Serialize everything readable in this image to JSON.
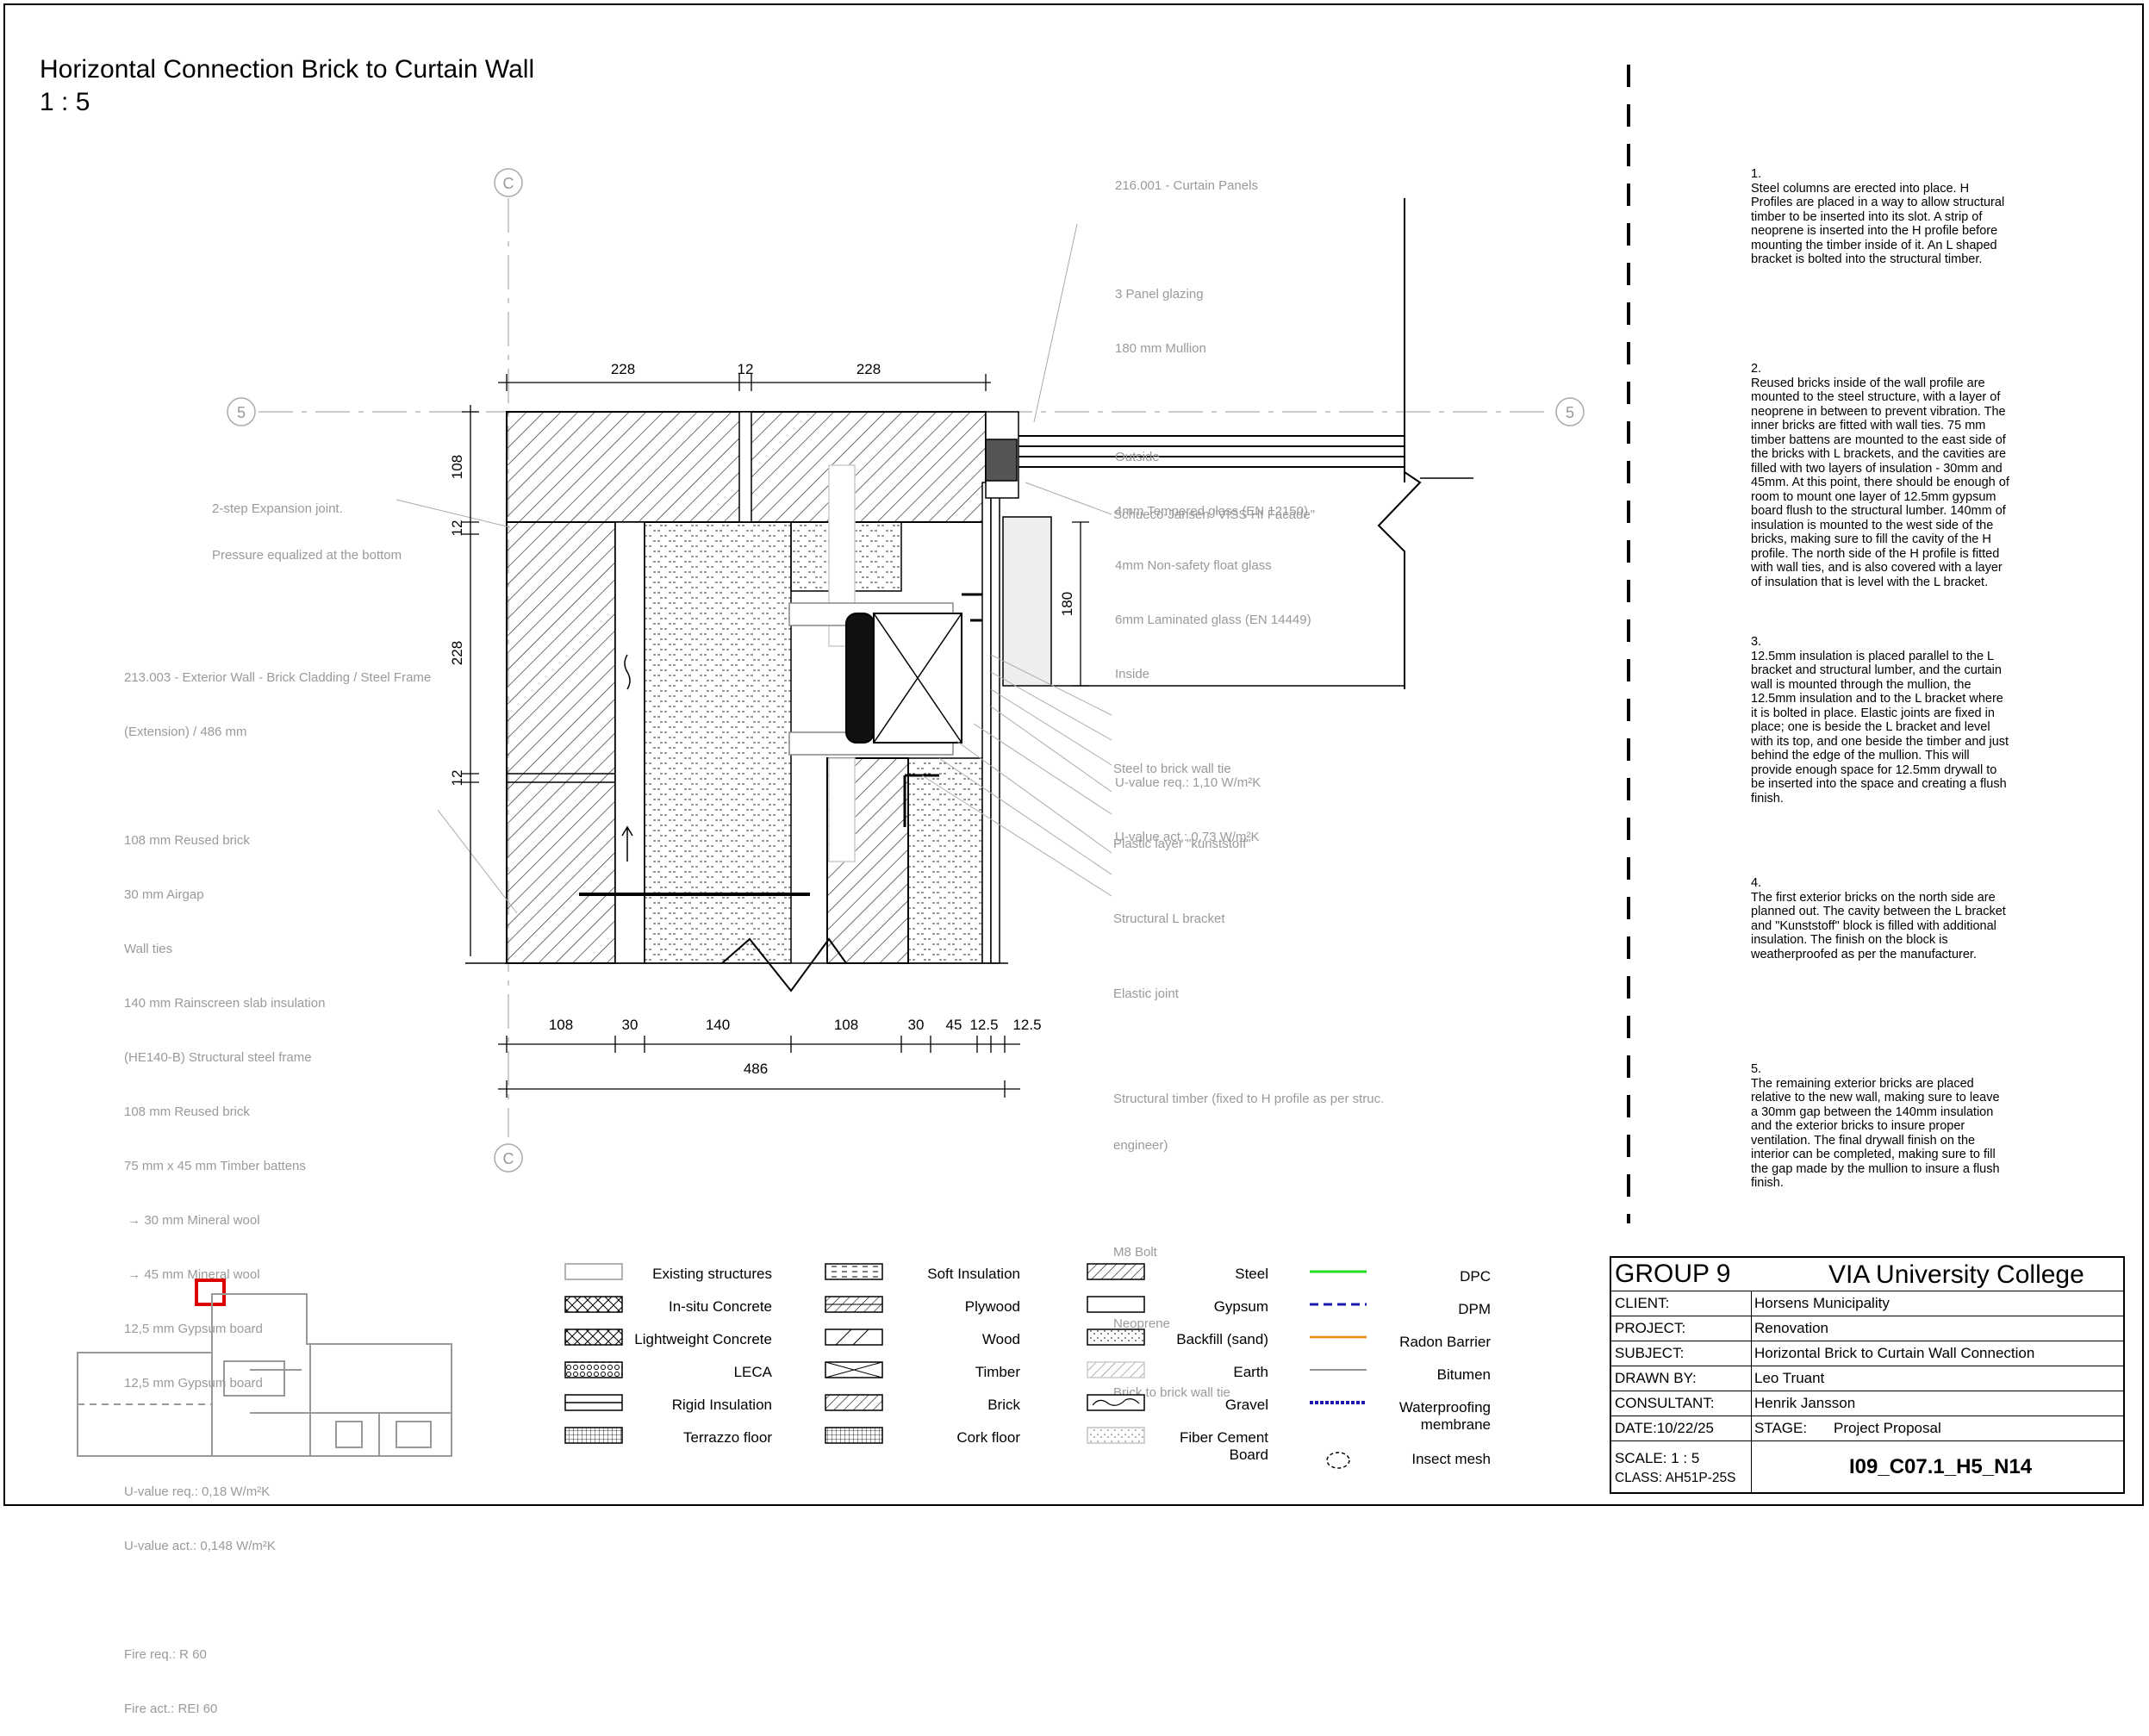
{
  "drawing": {
    "title": "Horizontal Connection Brick to Curtain Wall",
    "scale": "1 : 5"
  },
  "gridlines": {
    "c_top": "C",
    "c_bottom": "C",
    "five_left": "5",
    "five_right": "5"
  },
  "dimensions": {
    "top": [
      "228",
      "12",
      "228"
    ],
    "left": [
      "108",
      "12",
      "228",
      "12"
    ],
    "right": "180",
    "bottom": [
      "108",
      "30",
      "140",
      "108",
      "30",
      "45",
      "12.5",
      "12.5"
    ],
    "total": "486"
  },
  "curtain_note": {
    "ref": "216.001 - Curtain Panels",
    "l1": "3 Panel glazing",
    "l2": "180 mm Mullion",
    "l3": "Outside",
    "l4": "4mm Tempered glass (EN 12150)",
    "l5": "4mm Non-safety float glass",
    "l6": "6mm Laminated glass (EN 14449)",
    "l7": "Inside",
    "l8": "U-value req.: 1,10 W/m²K",
    "l9": "U-value act.: 0,73 W/m²K"
  },
  "expansion_note": {
    "l1": "2-step Expansion joint.",
    "l2": "Pressure equalized at the bottom"
  },
  "wall_note": {
    "ref": "213.003 - Exterior Wall - Brick Cladding / Steel Frame",
    "ref2": "(Extension) / 486 mm",
    "items": [
      "108 mm Reused brick",
      "30 mm Airgap",
      "Wall ties",
      "140 mm Rainscreen slab insulation",
      "(HE140-B) Structural steel frame",
      "108 mm Reused brick",
      "75 mm x 45 mm Timber battens",
      " → 30 mm Mineral wool",
      " → 45 mm Mineral wool",
      "12,5 mm Gypsum board",
      "12,5 mm Gypsum board"
    ],
    "u1": "U-value req.: 0,18 W/m²K",
    "u2": "U-value act.: 0,148 W/m²K",
    "f1": "Fire req.: R 60",
    "f2": "Fire act.: REI 60"
  },
  "callouts": {
    "schueco": "Schueco-Jansen \"VISS HI Facade\"",
    "c1": "Steel to brick wall tie",
    "c2": "Plastic layer \"kunststoff\"",
    "c3": "Structural L bracket",
    "c4": "Elastic joint",
    "c5a": "Structural timber (fixed to H profile as per struc.",
    "c5b": "engineer)",
    "c6": "M8 Bolt",
    "c7": "Neoprene",
    "c8": "Brick to brick wall tie"
  },
  "steps": [
    {
      "n": "1.",
      "text": "Steel columns are erected into place. H Profiles are placed in a way to allow structural timber to be inserted into its slot. A strip of neoprene is inserted into the H profile before mounting the timber inside of it. An L shaped bracket is bolted into the structural timber."
    },
    {
      "n": "2.",
      "text": "Reused bricks inside of the wall profile are mounted to the steel structure, with a layer of neoprene in between to prevent vibration. The inner bricks are fitted with wall ties. 75 mm timber battens are mounted to the east side of the bricks with L brackets, and the cavities are filled with two layers of insulation - 30mm and 45mm. At this point, there should be enough of room to mount one layer of 12.5mm gypsum board flush to the structural lumber. 140mm of insulation is mounted to the west side of the bricks, making sure to fill the cavity of the H profile. The north side of the H profile is fitted with wall ties, and is also covered with a layer of insulation that is level with the L bracket."
    },
    {
      "n": "3.",
      "text": "12.5mm insulation is placed parallel to the L bracket and structural lumber, and the curtain wall is mounted through the mullion, the 12.5mm insulation and to the L bracket where it is bolted in place. Elastic joints are fixed in place; one is beside the L bracket and level with its top, and one beside the timber and just behind the edge of the mullion. This will provide enough space for 12.5mm drywall to be inserted into the space and creating a flush finish."
    },
    {
      "n": "4.",
      "text": "The first exterior bricks on the north side are planned out. The cavity between the L bracket and \"Kunststoff\" block is filled with additional insulation. The finish on the block is weatherproofed as per the manufacturer."
    },
    {
      "n": "5.",
      "text": "The remaining exterior bricks are placed relative to the new wall, making sure to leave a 30mm gap between the 140mm insulation and the exterior bricks to insure proper ventilation. The final drywall finish on the interior can be completed, making sure to fill the gap made by the mullion to insure a flush finish."
    }
  ],
  "legend": {
    "col1": [
      "Existing structures",
      "In-situ Concrete",
      "Lightweight Concrete",
      "LECA",
      "Rigid Insulation",
      "Terrazzo floor"
    ],
    "col2": [
      "Soft Insulation",
      "Plywood",
      "Wood",
      "Timber",
      "Brick",
      "Cork floor"
    ],
    "col3": [
      "Steel",
      "Gypsum",
      "Backfill (sand)",
      "Earth",
      "Gravel",
      "Fiber Cement",
      "Board"
    ],
    "col4": [
      "DPC",
      "DPM",
      "Radon Barrier",
      "Bitumen",
      "Waterproofing",
      "membrane",
      "Insect mesh"
    ],
    "line_colors": {
      "dpc": "#22dd22",
      "dpm": "#1a1aaa",
      "radon": "#ee8811",
      "bitumen": "#555555",
      "waterproofing": "#1a1aaa"
    }
  },
  "title_block": {
    "group": "GROUP 9",
    "college": "VIA University College",
    "client_lbl": "CLIENT:",
    "client": "Horsens Municipality",
    "project_lbl": "PROJECT:",
    "project": "Renovation",
    "subject_lbl": "SUBJECT:",
    "subject": "Horizontal Brick to Curtain Wall Connection",
    "drawn_lbl": "DRAWN BY:",
    "drawn": "Leo Truant",
    "consultant_lbl": "CONSULTANT:",
    "consultant": "Henrik Jansson",
    "date": "DATE:10/22/25",
    "stage_lbl": "STAGE:",
    "stage": "Project Proposal",
    "scale": "SCALE:  1 : 5",
    "class": "CLASS: AH51P-25S",
    "drawing_no": "I09_C07.1_H5_N14"
  }
}
